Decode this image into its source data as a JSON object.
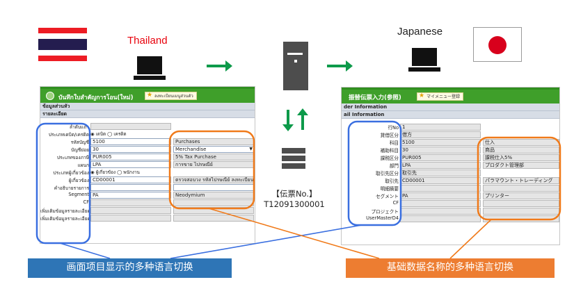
{
  "header": {
    "thailand_label": "Thailand",
    "japanese_label": "Japanese"
  },
  "icons": {
    "thailand_flag": "flag-thailand-icon",
    "japan_flag": "flag-japan-icon",
    "laptop": "laptop-icon",
    "server": "server-icon",
    "database": "database-icon",
    "arrow": "arrow-icon"
  },
  "center": {
    "slip_label": "【伝票No.】",
    "slip_number": "T12091300001"
  },
  "thai_screen": {
    "title": "บันทึกใบสำคัญการโอน(ใหม่)",
    "menu_button": "ลงทะเบียนเมนูส่วนตัว",
    "section_header": "ข้อมูลส่วนหัว",
    "section_detail": "รายละเอียด",
    "rows": [
      {
        "label": "ลำดับแถว",
        "v1": "",
        "v2": ""
      },
      {
        "label": "ประเภทเดบิต/เครดิต",
        "radio": "◉ เดบิต ◯ เครดิต"
      },
      {
        "label": "รหัสบัญชี",
        "v1": "5100",
        "v2": "Purchases"
      },
      {
        "label": "บัญชีย่อย",
        "v1": "30",
        "v2": "Merchandise"
      },
      {
        "label": "ประเภทของภาษี",
        "v1": "PUR005",
        "v2": "5% Tax Purchase"
      },
      {
        "label": "แผนก",
        "v1": "LPA",
        "v2": "การขาย ไปรษณีย์"
      },
      {
        "label": "ประเภทผู้เกี่ยวข้อง",
        "radio": "◉ ผู้เกี่ยวข้อง ◯ พนักงาน"
      },
      {
        "label": "ผู้เกี่ยวข้อง",
        "v1": "CD00001",
        "v2": "ตรวจสอบวง รหัสไปรษณีย์ ลงทะเบียน"
      },
      {
        "label": "คำอธิบายรายการ",
        "v1": "",
        "v2": ""
      },
      {
        "label": "Segment",
        "v1": "PA",
        "v2": "Neodymium"
      },
      {
        "label": "CF",
        "v1": "",
        "v2": ""
      },
      {
        "label": "เพิ่มเติมข้อมูลรายละเอียด3",
        "v1": "",
        "v2": ""
      },
      {
        "label": "เพิ่มเติมข้อมูลรายละเอียด4",
        "v1": "",
        "v2": ""
      }
    ]
  },
  "jp_screen": {
    "title": "振替伝票入力(参照)",
    "menu_button": "マイメニュー登録",
    "section_header": "der Information",
    "section_detail": "ail Information",
    "rows": [
      {
        "label": "行No",
        "v1": "1",
        "v2": ""
      },
      {
        "label": "貸借区分",
        "v1": "借方",
        "v2": ""
      },
      {
        "label": "科目",
        "v1": "5100",
        "v2": "仕入"
      },
      {
        "label": "補助科目",
        "v1": "30",
        "v2": "商品"
      },
      {
        "label": "課税区分",
        "v1": "PUR005",
        "v2": "課税仕入5%"
      },
      {
        "label": "部門",
        "v1": "LPA",
        "v2": "プロダクト管理部"
      },
      {
        "label": "取引先区分",
        "v1": "取引先",
        "v2": ""
      },
      {
        "label": "取引先",
        "v1": "CD00001",
        "v2": "パラマウント・トレーディング"
      },
      {
        "label": "明細摘要",
        "v1": "",
        "v2": ""
      },
      {
        "label": "セグメント",
        "v1": "PA",
        "v2": "プリンター"
      },
      {
        "label": "CF",
        "v1": "",
        "v2": ""
      },
      {
        "label": "プロジェクト",
        "v1": "",
        "v2": ""
      },
      {
        "label": "UserMasterD4",
        "v1": "",
        "v2": ""
      }
    ]
  },
  "captions": {
    "left": "画面项目显示的多种语言切换",
    "right": "基础数据名称的多种语言切换"
  },
  "colors": {
    "blue": "#3a6fe0",
    "orange": "#f07a1a",
    "green": "#0d9a4a"
  }
}
